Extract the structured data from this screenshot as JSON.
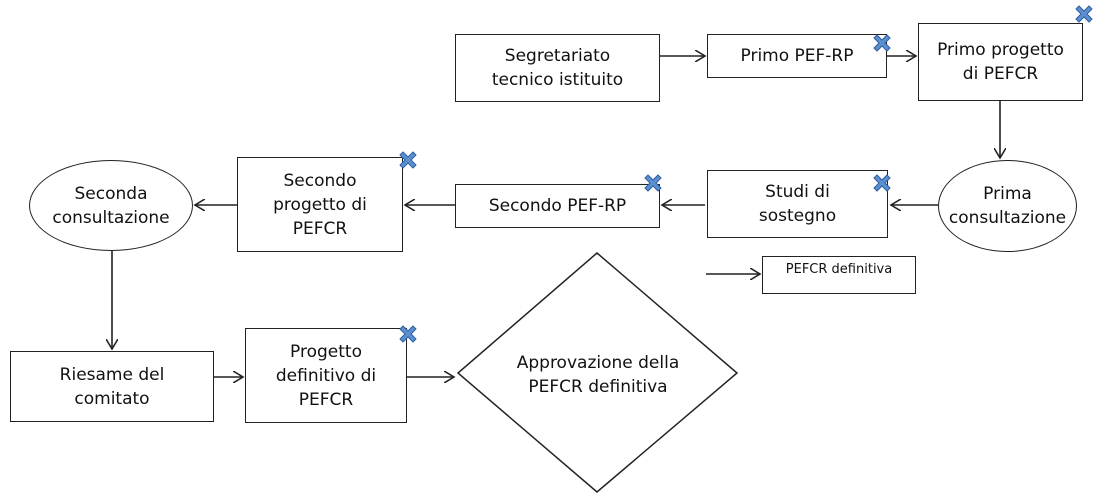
{
  "nodes": {
    "segretariato": "Segretariato\ntecnico istituito",
    "primo_pef_rp": "Primo PEF-RP",
    "primo_progetto": "Primo progetto\ndi PEFCR",
    "prima_consultazione": "Prima\nconsultazione",
    "studi_sostegno": "Studi di\nsostegno",
    "secondo_pef_rp": "Secondo PEF-RP",
    "secondo_progetto": "Secondo\nprogetto di\nPEFCR",
    "seconda_consultazione": "Seconda\nconsultazione",
    "riesame": "Riesame del\ncomitato",
    "progetto_definitivo": "Progetto\ndefinitivo di\nPEFCR",
    "approvazione": "Approvazione della\nPEFCR definitiva"
  },
  "legend": {
    "label": "PEFCR definitiva"
  },
  "colors": {
    "marker_fill": "#5b8fd0",
    "marker_stroke": "#2f5f9e",
    "line": "#222222"
  },
  "icons": {
    "marker": "x-mark-icon"
  }
}
